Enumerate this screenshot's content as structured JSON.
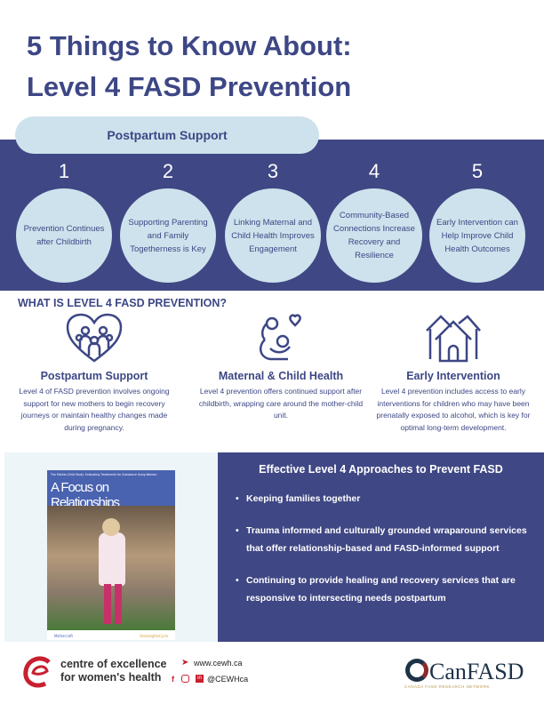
{
  "title": {
    "line1": "5 Things to Know About:",
    "line2": "Level 4 FASD Prevention"
  },
  "banner": {
    "label": "Postpartum Support"
  },
  "things": [
    {
      "num": "1",
      "text": "Prevention Continues after Childbirth"
    },
    {
      "num": "2",
      "text": "Supporting Parenting and Family Togetherness is Key"
    },
    {
      "num": "3",
      "text": "Linking Maternal and Child Health Improves Engagement"
    },
    {
      "num": "4",
      "text": "Community-Based Connections Increase Recovery and Resilience"
    },
    {
      "num": "5",
      "text": "Early Intervention can Help Improve Child Health Outcomes"
    }
  ],
  "what": {
    "heading": "WHAT IS LEVEL 4 FASD PREVENTION?",
    "columns": [
      {
        "icon": "family-heart-icon",
        "title": "Postpartum Support",
        "text": "Level 4 of FASD prevention involves ongoing support for new mothers to begin recovery journeys or maintain healthy changes made during pregnancy."
      },
      {
        "icon": "mother-child-icon",
        "title": "Maternal & Child Health",
        "text": "Level 4 prevention offers continued support after childbirth,  wrapping care around the mother-child unit."
      },
      {
        "icon": "houses-icon",
        "title": "Early Intervention",
        "text": "Level 4 prevention includes access to early interventions for children who may have been prenatally exposed to alcohol, which is key for optimal long-term development."
      }
    ]
  },
  "book": {
    "subtitle": "The Mother-Child Study: Evaluating Treatments for Substance Using Women",
    "title": "A Focus on Relationships",
    "logo1": "Mothercraft",
    "logo2": "BreakingtheCycle"
  },
  "approaches": {
    "heading": "Effective Level 4 Approaches to Prevent FASD",
    "items": [
      "Keeping families together",
      "Trauma informed and culturally grounded wraparound services that offer relationship-based and FASD-informed support",
      "Continuing to provide healing and recovery services that are responsive to intersecting needs postpartum"
    ]
  },
  "footer": {
    "org_line1": "centre of excellence",
    "org_line2": "for women's health",
    "website": "www.cewh.ca",
    "social": "@CEWHca",
    "canfasd": "CanFASD",
    "canfasd_sub": "CANADA FASD RESEARCH NETWORK"
  },
  "colors": {
    "navy": "#3f4784",
    "light_blue": "#cde2ec",
    "red": "#c8202f"
  }
}
